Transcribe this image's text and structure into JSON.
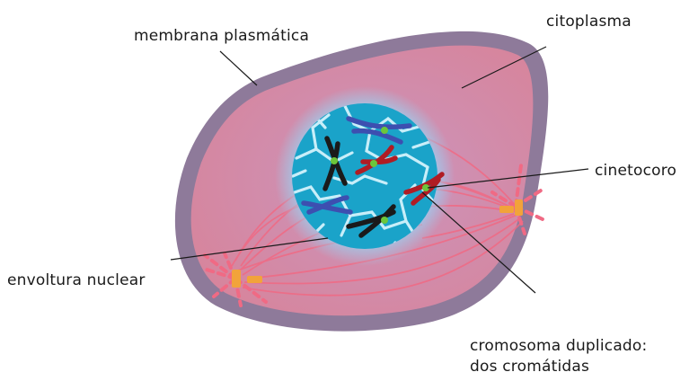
{
  "labels": {
    "plasma_membrane": "membrana plasmática",
    "cytoplasm": "citoplasma",
    "kinetochore": "cinetocoro",
    "nuclear_envelope": "envoltura nuclear",
    "duplicated_chromosome_line1": "cromosoma duplicado:",
    "duplicated_chromosome_line2": "dos cromátidas"
  },
  "colors": {
    "membrane": "#8e7a9a",
    "cytoplasm": "#d6829a",
    "nucleus": "#1aa3c9",
    "nucleus_glow": "#7ad6f4",
    "spindle": "#f06a84",
    "centrosome": "#f2a33a",
    "chromosome_black": "#1a1a1a",
    "chromosome_blue": "#3d4fb0",
    "chromosome_red": "#b01c24",
    "kinetochore": "#6cc63a"
  }
}
